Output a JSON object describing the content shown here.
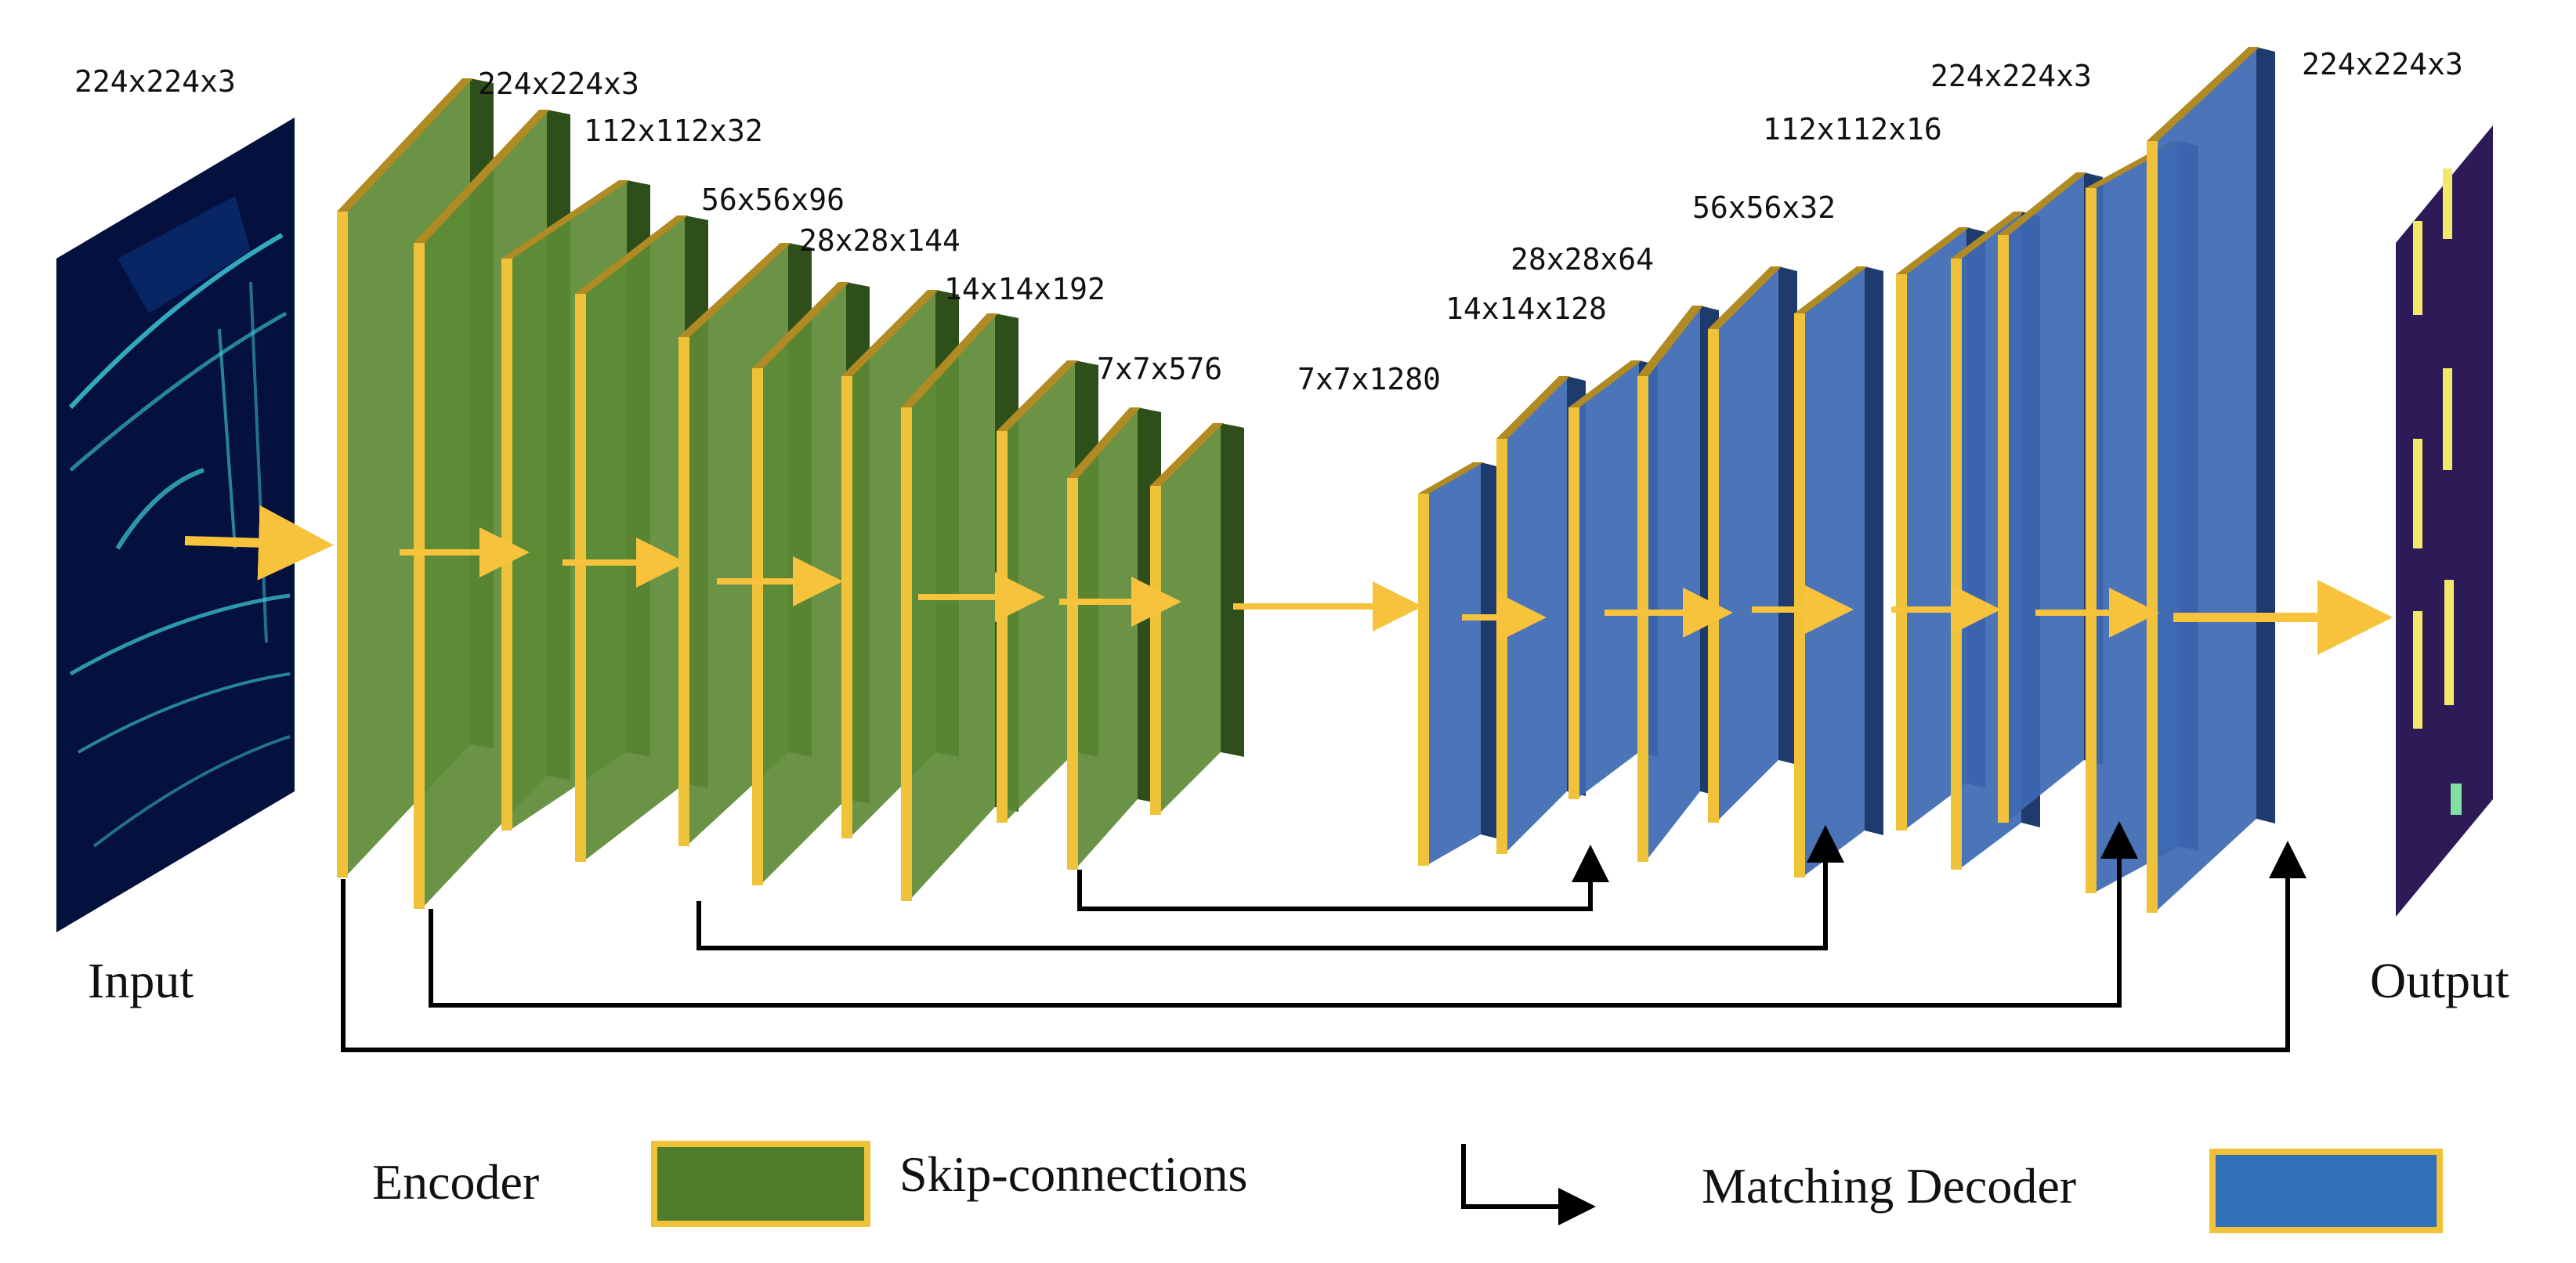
{
  "input": {
    "label": "Input",
    "dims": "224x224x3"
  },
  "output": {
    "label": "Output",
    "dims": "224x224x3"
  },
  "encoder_dims": [
    "224x224x3",
    "112x112x32",
    "56x56x96",
    "28x28x144",
    "14x14x192",
    "7x7x576"
  ],
  "bottleneck_dims": "7x7x1280",
  "decoder_dims": [
    "14x14x128",
    "28x28x64",
    "56x56x32",
    "112x112x16",
    "224x224x3"
  ],
  "legend": {
    "encoder": "Encoder",
    "skip": "Skip-connections",
    "decoder": "Matching Decoder"
  },
  "colors": {
    "encoder_fill": "#5d8a35",
    "encoder_side": "#2f4f1a",
    "decoder_fill": "#3d68b2",
    "decoder_side": "#1f3b6e",
    "edge": "#f0c23a",
    "edge_dark": "#b08a22",
    "flow_arrow": "#f7c23c",
    "skip_arrow": "#000000",
    "input_bg": "#04103d",
    "input_points": "#3fd0e0",
    "output_bg": "#2d1a57",
    "output_marks": "#f2e96a"
  }
}
